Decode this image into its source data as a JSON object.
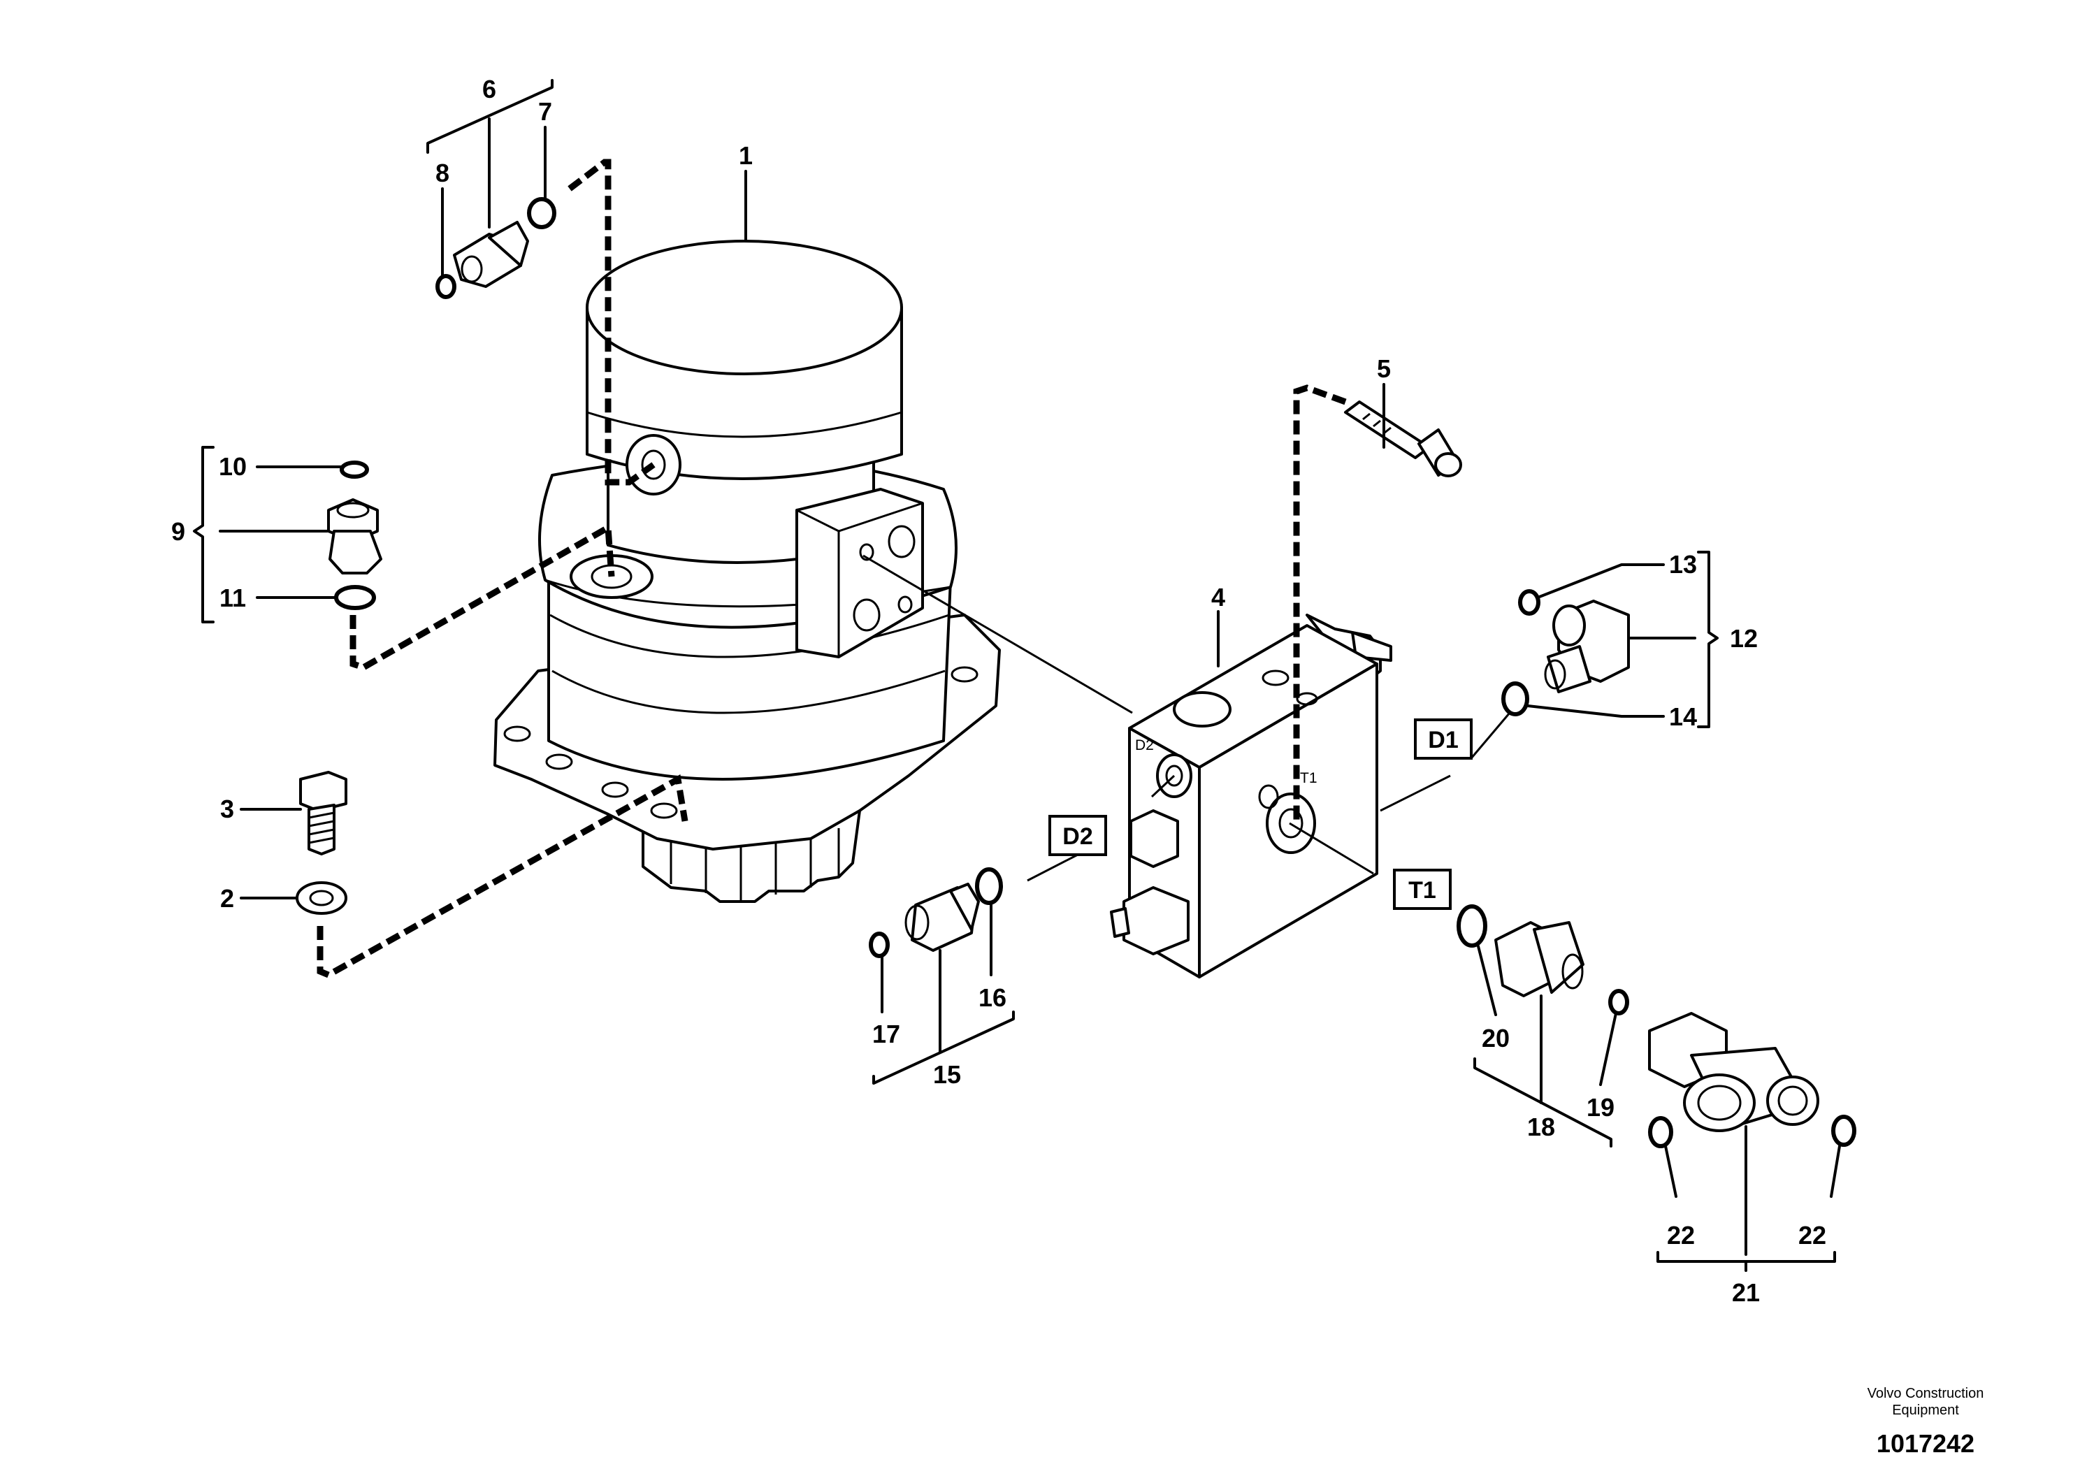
{
  "callouts": {
    "c1": "1",
    "c2": "2",
    "c3": "3",
    "c4": "4",
    "c5": "5",
    "c6": "6",
    "c7": "7",
    "c8": "8",
    "c9": "9",
    "c10": "10",
    "c11": "11",
    "c12": "12",
    "c13": "13",
    "c14": "14",
    "c15": "15",
    "c16": "16",
    "c17": "17",
    "c18": "18",
    "c19": "19",
    "c20": "20",
    "c21": "21",
    "c22a": "22",
    "c22b": "22"
  },
  "port_boxes": {
    "d1": "D1",
    "d2": "D2",
    "t1": "T1"
  },
  "block_marks": {
    "d2": "D2",
    "t1": "T1"
  },
  "footer": {
    "company_line1": "Volvo Construction",
    "company_line2": "Equipment",
    "doc_number": "1017242"
  }
}
